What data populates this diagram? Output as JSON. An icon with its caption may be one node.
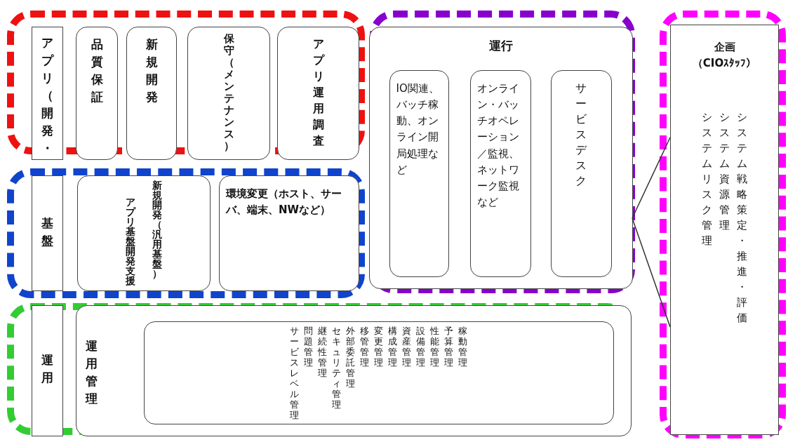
{
  "diagram": {
    "nodes": [
      {
        "text": [],
        "shape": "box"
      },
      {
        "text": [
          "アプリ（開発・"
        ],
        "in": 0
      },
      {
        "text": [
          "品質保証"
        ],
        "in": 0
      },
      {
        "text": [
          "新規開発"
        ],
        "in": 0
      },
      {
        "text": [
          "保守（メンテナンス）"
        ],
        "in": 0
      },
      {
        "text": [
          "アプリ運用調査"
        ],
        "in": 0
      },
      {
        "text": [],
        "shape": "box"
      },
      {
        "text": [
          "基盤"
        ],
        "in": 6
      },
      {
        "text": [
          "アプリ基盤開発支援",
          "新規開発（汎用基盤）"
        ],
        "in": 6
      },
      {
        "text": [
          "環境変更（ホスト、サーバ、端末、NWなど）"
        ],
        "in": 6
      },
      {
        "text": [],
        "shape": "box"
      },
      {
        "text": [
          "運行"
        ],
        "in": 10
      },
      {
        "text": [
          "IO関連、バッチ稼動、オンライン開局処理など"
        ],
        "in": 11
      },
      {
        "text": [
          "オンライン・バッチオペレーション／監視、ネットワーク監視など"
        ],
        "in": 11
      },
      {
        "text": [
          "サービスデスク"
        ],
        "in": 11
      },
      {
        "text": [],
        "shape": "box"
      },
      {
        "text": [
          "企画",
          "（CIOｽﾀｯﾌ）",
          "システム戦略策定・推進・評価",
          "システム資源管理",
          "システムリスク管理"
        ],
        "in": 15
      },
      {
        "text": [],
        "shape": "box"
      },
      {
        "text": [
          "運用"
        ],
        "in": 17
      },
      {
        "text": [
          "運用管理"
        ],
        "in": 17
      },
      {
        "text": [
          "稼動管理",
          "予算管理",
          "性能管理",
          "設備管理",
          "資産管理",
          "構成管理",
          "変更管理",
          "移管管理",
          "外部委託管理",
          "セキュリティ管理",
          "継続性管理",
          "問題管理",
          "サービスレベル管理"
        ],
        "in": 19
      }
    ],
    "edges": [
      {
        "from": 16,
        "to": 11,
        "arrow": "none"
      }
    ]
  }
}
